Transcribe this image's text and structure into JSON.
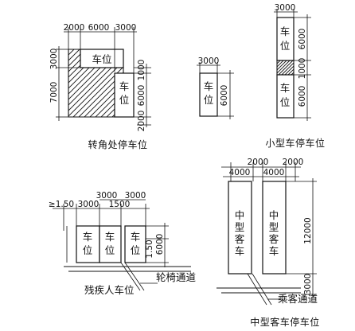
{
  "corner": {
    "caption": "转角处停车位",
    "stall_label": [
      "车",
      "位"
    ],
    "dims_top": [
      "2000",
      "6000",
      "3000"
    ],
    "dims_left": [
      "3000",
      "7000"
    ],
    "dims_right": [
      "1000",
      "6000",
      "2000"
    ]
  },
  "small": {
    "caption": "小型车停车位",
    "stall_label": [
      "车",
      "位"
    ],
    "single_top": "3000",
    "single_right": "6000",
    "stack_top": "3000",
    "stack_right": [
      "6000",
      "1000",
      "6000"
    ]
  },
  "accessible": {
    "caption": "残疾人车位",
    "path_label": "轮椅通道",
    "stall_label": [
      "车",
      "位"
    ],
    "dims_top": [
      "≥1.50",
      "3000",
      "3000",
      "1500"
    ],
    "dim_side": "1.50",
    "dim_right": "6000"
  },
  "coach": {
    "caption": "中型客车停车位",
    "stall_label": [
      "中",
      "型",
      "客",
      "车"
    ],
    "path_label": "乘客通道",
    "dims_top_row1": [
      "2000",
      "2000"
    ],
    "dims_top_row2": [
      "4000",
      "4000"
    ],
    "dims_right": [
      "12000",
      "3000"
    ]
  }
}
